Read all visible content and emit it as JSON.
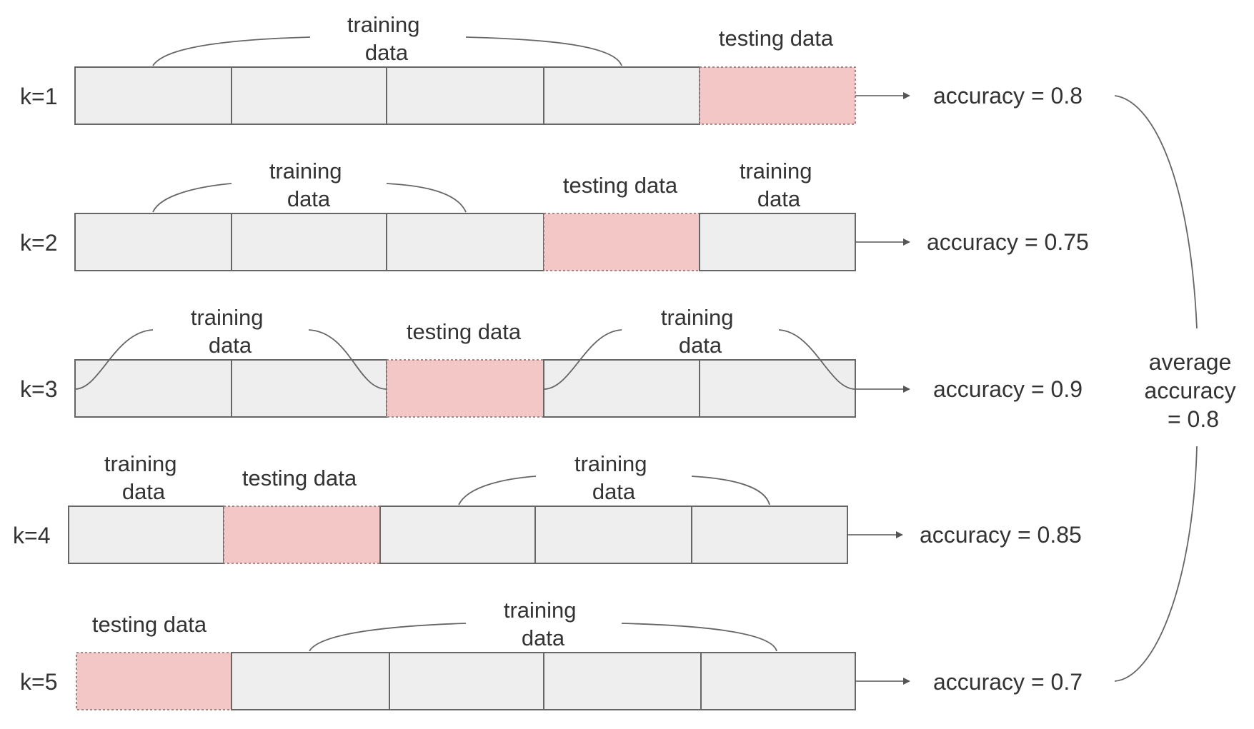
{
  "folds": [
    {
      "k": "k=1",
      "accuracy": "accuracy = 0.8",
      "segments": [
        "train",
        "train",
        "train",
        "train",
        "test"
      ],
      "labels": [
        {
          "lines": [
            "training",
            "data"
          ]
        },
        {
          "lines": [
            "testing data"
          ]
        }
      ]
    },
    {
      "k": "k=2",
      "accuracy": "accuracy = 0.75",
      "segments": [
        "train",
        "train",
        "train",
        "test",
        "train"
      ],
      "labels": [
        {
          "lines": [
            "training",
            "data"
          ]
        },
        {
          "lines": [
            "testing data"
          ]
        },
        {
          "lines": [
            "training",
            "data"
          ]
        }
      ]
    },
    {
      "k": "k=3",
      "accuracy": "accuracy = 0.9",
      "segments": [
        "train",
        "train",
        "test",
        "train",
        "train"
      ],
      "labels": [
        {
          "lines": [
            "training",
            "data"
          ]
        },
        {
          "lines": [
            "testing data"
          ]
        },
        {
          "lines": [
            "training",
            "data"
          ]
        }
      ]
    },
    {
      "k": "k=4",
      "accuracy": "accuracy = 0.85",
      "segments": [
        "train",
        "test",
        "train",
        "train",
        "train"
      ],
      "labels": [
        {
          "lines": [
            "training",
            "data"
          ]
        },
        {
          "lines": [
            "testing data"
          ]
        },
        {
          "lines": [
            "training",
            "data"
          ]
        }
      ]
    },
    {
      "k": "k=5",
      "accuracy": "accuracy = 0.7",
      "segments": [
        "test",
        "train",
        "train",
        "train",
        "train"
      ],
      "labels": [
        {
          "lines": [
            "testing data"
          ]
        },
        {
          "lines": [
            "training",
            "data"
          ]
        }
      ]
    }
  ],
  "average": {
    "lines": [
      "average",
      "accuracy",
      "= 0.8"
    ]
  },
  "colors": {
    "training_fill": "#eeeeee",
    "testing_fill": "#f4c7c7",
    "stroke": "#666666",
    "text": "#333333"
  }
}
